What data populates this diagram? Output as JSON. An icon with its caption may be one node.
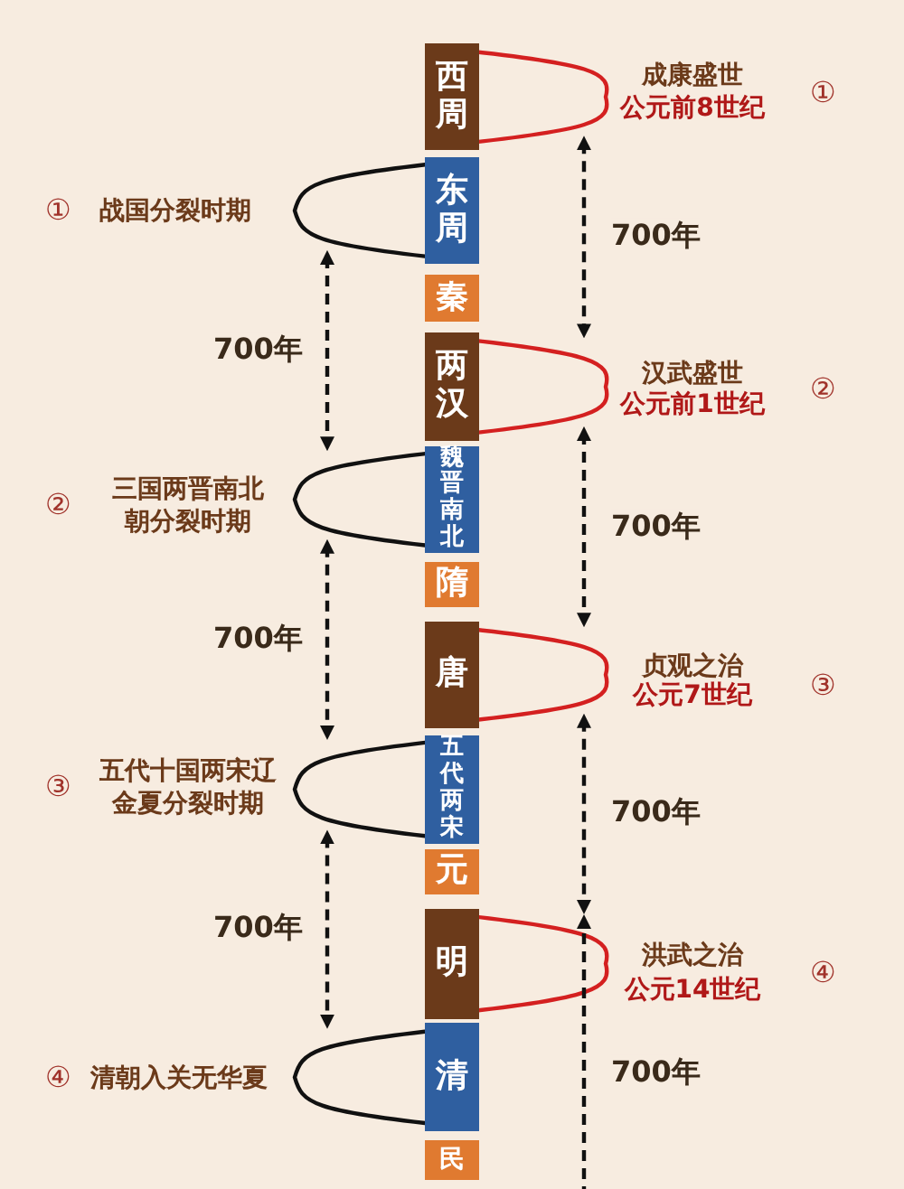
{
  "diagram": {
    "nodes": [
      {
        "text": [
          "西周"
        ]
      },
      {
        "text": [
          "东周"
        ]
      },
      {
        "text": [
          "秦"
        ]
      },
      {
        "text": [
          "两汉"
        ]
      },
      {
        "text": [
          "魏晋南北"
        ]
      },
      {
        "text": [
          "隋"
        ]
      },
      {
        "text": [
          "唐"
        ]
      },
      {
        "text": [
          "五代两宋"
        ]
      },
      {
        "text": [
          "元"
        ]
      },
      {
        "text": [
          "明"
        ]
      },
      {
        "text": [
          "清"
        ]
      },
      {
        "text": [
          "民"
        ]
      }
    ],
    "edges": [
      {
        "from": 0,
        "to": 3,
        "arrow": "both",
        "style": "dashed",
        "label": "700年"
      },
      {
        "from": 1,
        "to": 4,
        "arrow": "both",
        "style": "dashed",
        "label": "700年"
      },
      {
        "from": 3,
        "to": 6,
        "arrow": "both",
        "style": "dashed",
        "label": "700年"
      },
      {
        "from": 4,
        "to": 7,
        "arrow": "both",
        "style": "dashed",
        "label": "700年"
      },
      {
        "from": 6,
        "to": 9,
        "arrow": "both",
        "style": "dashed",
        "label": "700年"
      },
      {
        "from": 7,
        "to": 10,
        "arrow": "both",
        "style": "dashed",
        "label": "700年"
      },
      {
        "from": null,
        "to": 9,
        "arrow": "to",
        "style": "dashed",
        "label": "700年"
      }
    ],
    "labels": [
      "成康盛世",
      "公元前8世纪",
      "①",
      "①",
      "战国分裂时期",
      "汉武盛世",
      "公元前1世纪",
      "②",
      "②",
      "三国两晋南北朝分裂时期",
      "贞观之治",
      "公元7世纪",
      "③",
      "③",
      "五代十国两宋辽金夏分裂时期",
      "洪武之治",
      "公元14世纪",
      "④",
      "④",
      "清朝入关无华夏"
    ]
  }
}
